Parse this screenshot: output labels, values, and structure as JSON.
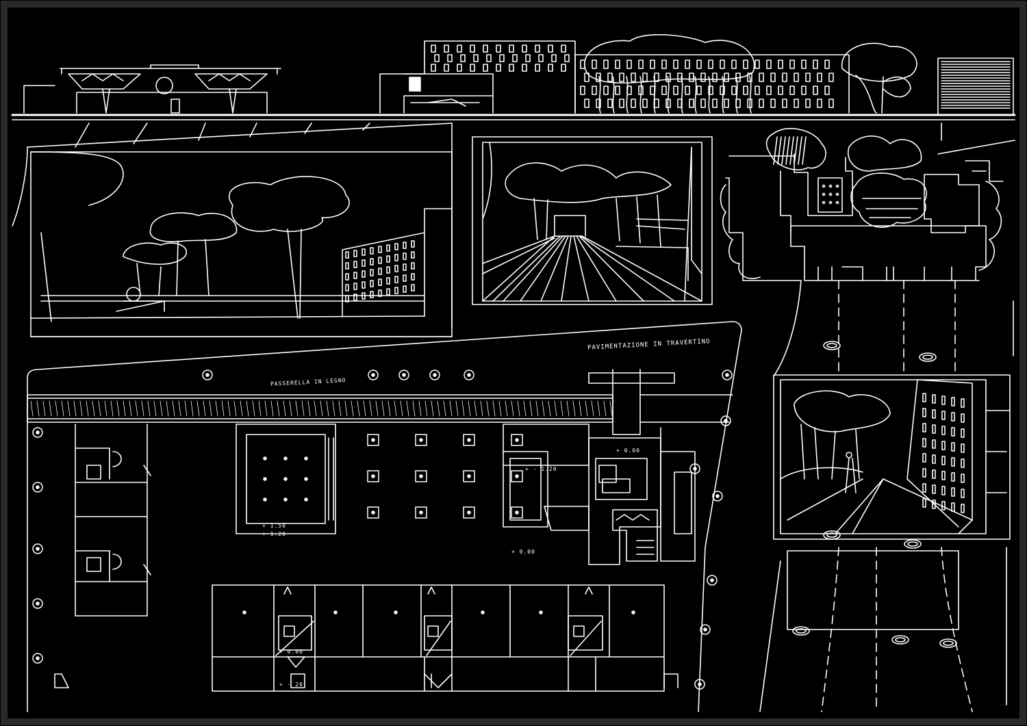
{
  "colors": {
    "background": "#000000",
    "ink": "#ffffff",
    "frame": "#2a2a2a"
  },
  "labels": {
    "paving": "PAVIMENTAZIONE IN TRAVERTINO",
    "walkway": "PASSERELLA IN LEGNO",
    "level_courtyard_a": "+ 1.50",
    "level_courtyard_b": "+ 1.20",
    "level_sunken": "+ - 1.20",
    "level_hall": "+ 0.00",
    "level_plaza": "+ 0.00",
    "level_core": "+ 0.00",
    "level_lower": "+ - 20"
  },
  "icons": {
    "tree": "tree-icon",
    "column": "column-icon",
    "stair": "stair-icon",
    "person": "person-icon"
  }
}
